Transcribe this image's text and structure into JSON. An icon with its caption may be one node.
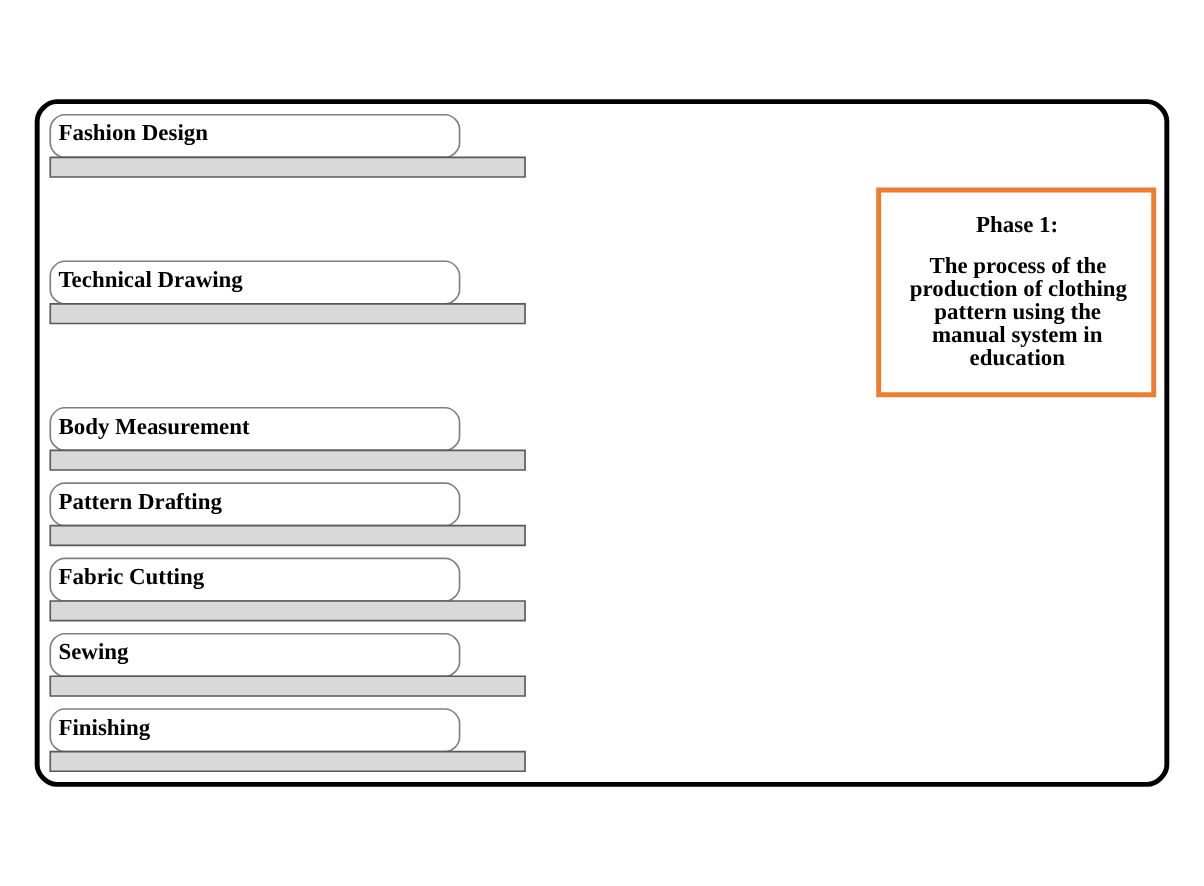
{
  "diagram": {
    "nodes": [
      {
        "text": [],
        "shape": "box"
      },
      {
        "text": [
          "Fashion Design"
        ],
        "in": 0
      },
      {
        "text": [
          "Technical Drawing"
        ],
        "in": 0
      },
      {
        "text": [
          "Body Measurement"
        ],
        "in": 0
      },
      {
        "text": [
          "Pattern Drafting"
        ],
        "in": 0
      },
      {
        "text": [
          "Fabric Cutting"
        ],
        "in": 0
      },
      {
        "text": [
          "Sewing"
        ],
        "in": 0
      },
      {
        "text": [
          "Finishing"
        ],
        "in": 0
      },
      {
        "text": [
          "Phase 1:",
          "The process of the production of clothing pattern using the manual system in education"
        ],
        "in": 0
      }
    ],
    "edges": []
  }
}
